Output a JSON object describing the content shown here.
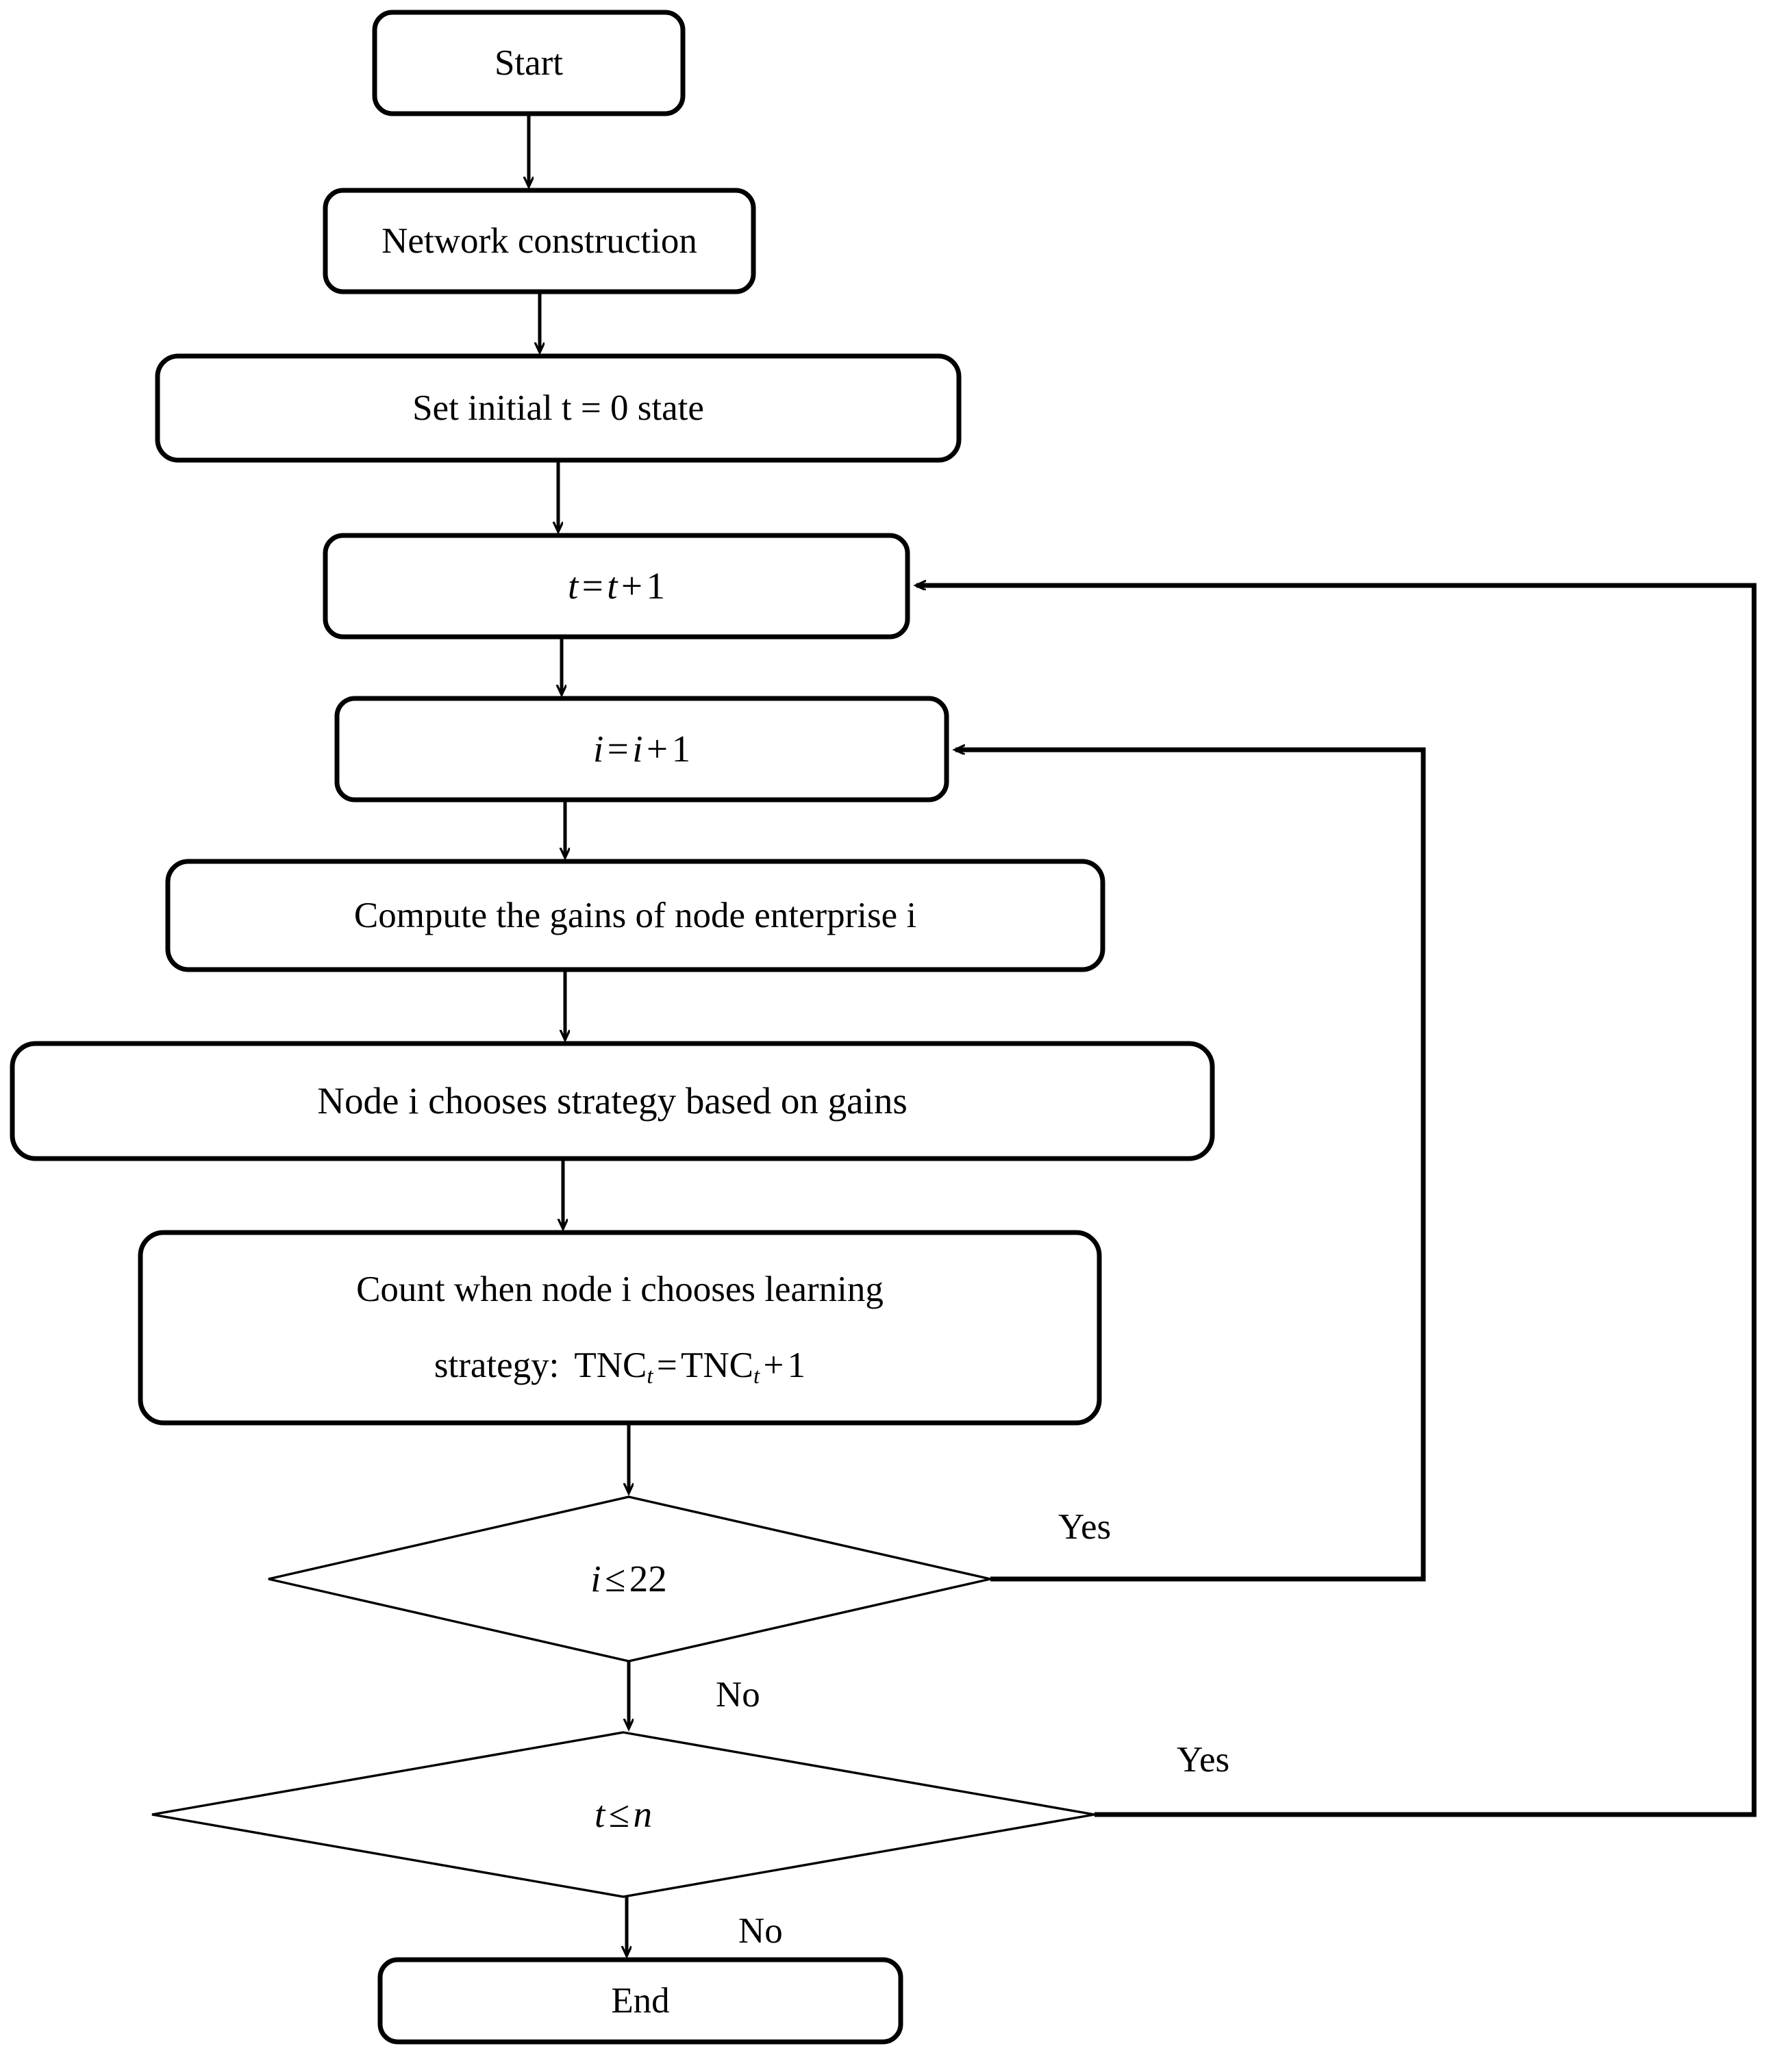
{
  "diagram": {
    "type": "flowchart",
    "title": "",
    "orientation": "top-to-bottom",
    "stroke_color": "#000000",
    "background_color": "#ffffff",
    "nodes": [
      {
        "id": "start",
        "shape": "rounded-rectangle",
        "label": "Start"
      },
      {
        "id": "network",
        "shape": "rounded-rectangle",
        "label": "Network construction"
      },
      {
        "id": "init",
        "shape": "rounded-rectangle",
        "label": "Set initial t = 0 state"
      },
      {
        "id": "t_inc",
        "shape": "rounded-rectangle",
        "label": "t = t + 1"
      },
      {
        "id": "i_inc",
        "shape": "rounded-rectangle",
        "label": "i = i + 1"
      },
      {
        "id": "compute",
        "shape": "rounded-rectangle",
        "label": "Compute the gains of node enterprise i"
      },
      {
        "id": "choose",
        "shape": "rounded-rectangle",
        "label": "Node i chooses strategy based on gains"
      },
      {
        "id": "count",
        "shape": "rounded-rectangle",
        "label_line1": "Count when node i chooses learning",
        "label_line2_prefix": "strategy:",
        "label_line2_formula": "TNC_t = TNC_t + 1"
      },
      {
        "id": "dec_i",
        "shape": "diamond",
        "label": "i ≤ 22"
      },
      {
        "id": "dec_t",
        "shape": "diamond",
        "label": "t ≤ n"
      },
      {
        "id": "end",
        "shape": "rounded-rectangle",
        "label": "End"
      }
    ],
    "edges": [
      {
        "from": "start",
        "to": "network",
        "label": ""
      },
      {
        "from": "network",
        "to": "init",
        "label": ""
      },
      {
        "from": "init",
        "to": "t_inc",
        "label": ""
      },
      {
        "from": "t_inc",
        "to": "i_inc",
        "label": ""
      },
      {
        "from": "i_inc",
        "to": "compute",
        "label": ""
      },
      {
        "from": "compute",
        "to": "choose",
        "label": ""
      },
      {
        "from": "choose",
        "to": "count",
        "label": ""
      },
      {
        "from": "count",
        "to": "dec_i",
        "label": ""
      },
      {
        "from": "dec_i",
        "to": "i_inc",
        "label": "Yes"
      },
      {
        "from": "dec_i",
        "to": "dec_t",
        "label": "No"
      },
      {
        "from": "dec_t",
        "to": "t_inc",
        "label": "Yes"
      },
      {
        "from": "dec_t",
        "to": "end",
        "label": "No"
      }
    ],
    "edge_labels": {
      "dec_i_yes": "Yes",
      "dec_i_no": "No",
      "dec_t_yes": "Yes",
      "dec_t_no": "No"
    },
    "formula_parts": {
      "t_inc": {
        "lhs": "t",
        "eq": "=",
        "rhs_var": "t",
        "plus": "+",
        "rhs_num": "1"
      },
      "i_inc": {
        "lhs": "i",
        "eq": "=",
        "rhs_var": "i",
        "plus": "+",
        "rhs_num": "1"
      },
      "count_formula": {
        "lhs_base": "TNC",
        "lhs_sub": "t",
        "eq": "=",
        "rhs_base": "TNC",
        "rhs_sub": "t",
        "plus": "+",
        "num": "1"
      },
      "dec_i": {
        "var": "i",
        "rel": "≤",
        "value": "22"
      },
      "dec_t": {
        "var": "t",
        "rel": "≤",
        "value": "n"
      }
    },
    "init_label_parts": {
      "prefix": "Set initial t",
      "eq": "=",
      "value": "0",
      "suffix": "state"
    }
  }
}
